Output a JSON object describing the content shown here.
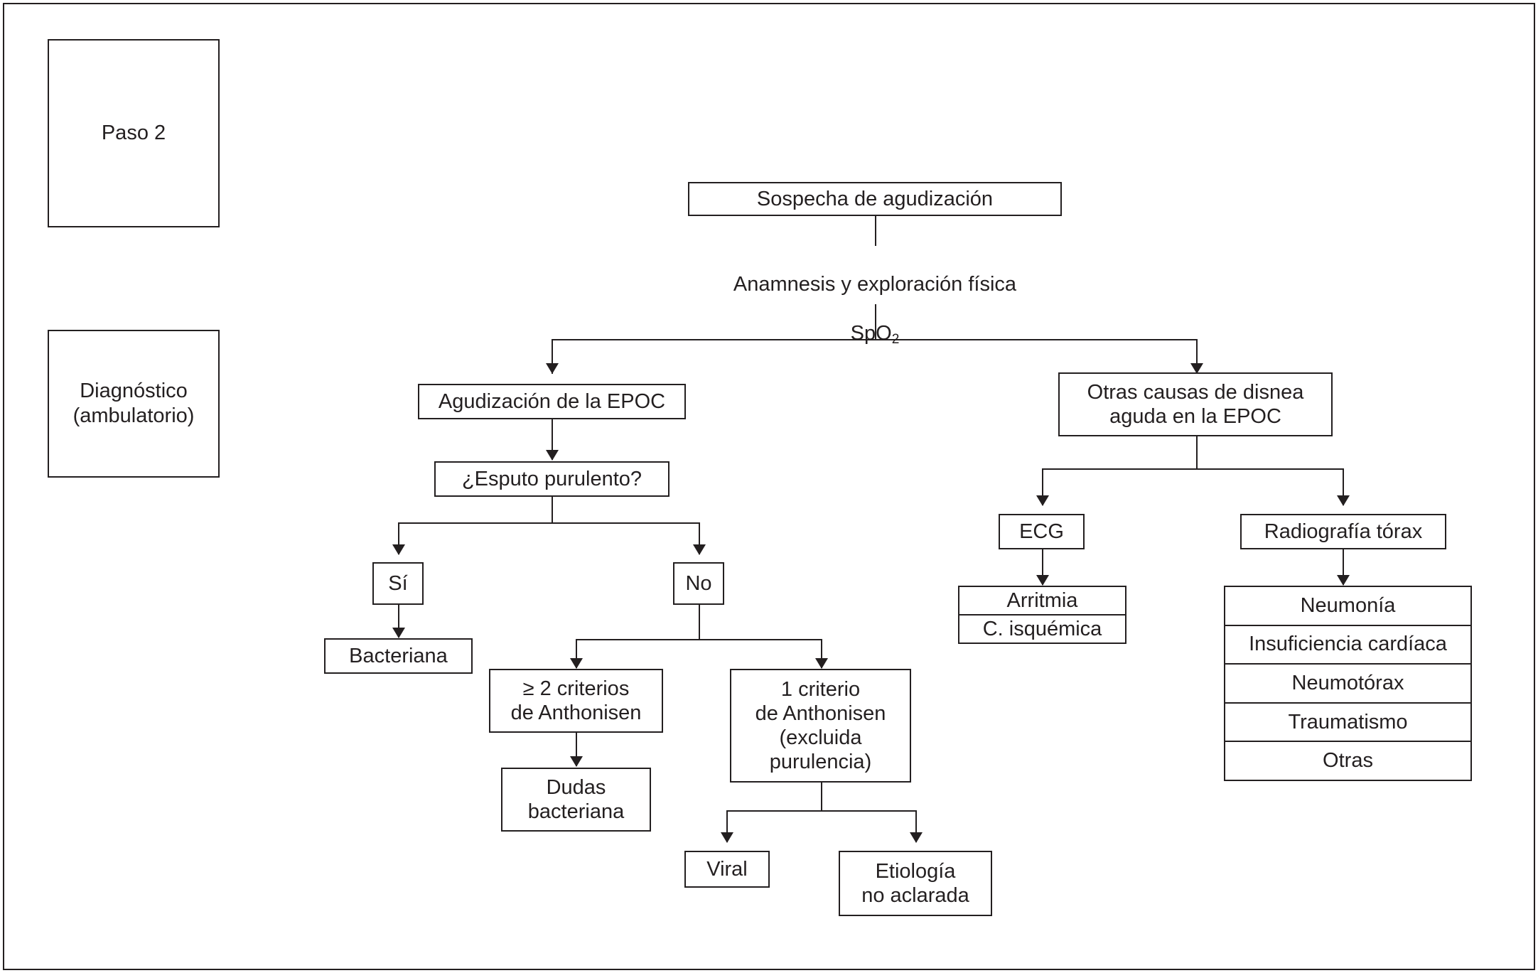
{
  "figure": {
    "type": "clinical-decision-flowchart",
    "language": "es"
  },
  "stages": [
    {
      "id": "paso2",
      "label": "Paso 2"
    },
    {
      "id": "diagnostico",
      "label": "Diagnóstico\n(ambulatorio)"
    }
  ],
  "nodes": {
    "sospecha": "Sospecha de agudización",
    "anamnesis_line1": "Anamnesis y exploración física",
    "anamnesis_spo2_prefix": "SpO",
    "anamnesis_spo2_sub": "2",
    "agudizacion_epoc": "Agudización de la EPOC",
    "esputo_purulento": "¿Esputo purulento?",
    "si": "Sí",
    "no": "No",
    "bacteriana": "Bacteriana",
    "criterios_2": "≥ 2 criterios\nde Anthonisen",
    "dudas_bacteriana": "Dudas\nbacteriana",
    "criterio_1": "1 criterio\nde Anthonisen\n(excluida\npurulencia)",
    "viral": "Viral",
    "etiologia_no_aclarada": "Etiología\nno aclarada",
    "otras_causas": "Otras causas de disnea\naguda en la EPOC",
    "ecg": "ECG",
    "radiografia_torax": "Radiografía tórax"
  },
  "ecg_findings": [
    "Arritmia",
    "C. isquémica"
  ],
  "radiografia_findings": [
    "Neumonía",
    "Insuficiencia cardíaca",
    "Neumotórax",
    "Traumatismo",
    "Otras"
  ],
  "colors": {
    "stroke": "#231f20",
    "background": "#ffffff",
    "text": "#231f20"
  }
}
